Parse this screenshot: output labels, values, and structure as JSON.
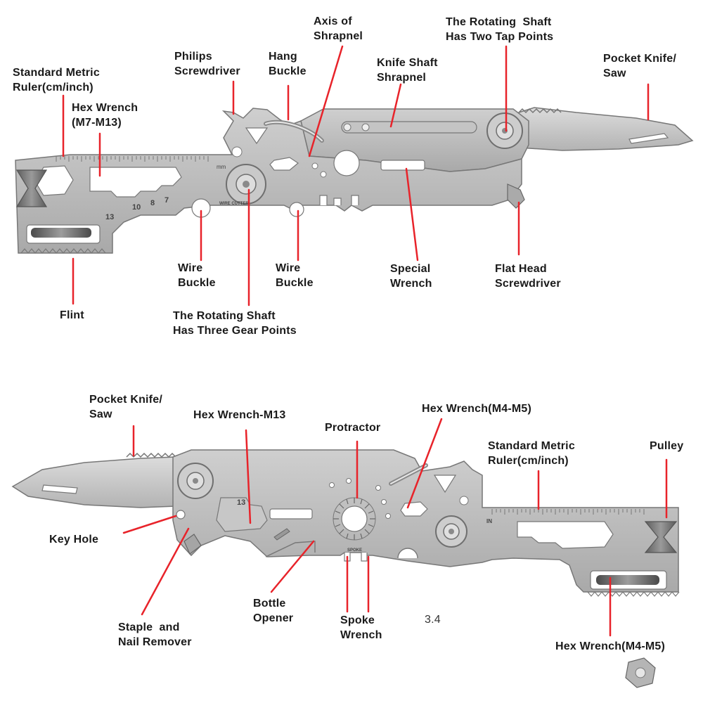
{
  "colors": {
    "steel": "#b9b9b9",
    "steel_dark": "#8e8e8e",
    "steel_light": "#d6d6d6",
    "outline": "#6f6f6f",
    "leader": "#e8232a",
    "text": "#1a1a1a"
  },
  "top_tool": {
    "labels": {
      "ruler": "Standard Metric\nRuler(cm/inch)",
      "hex_wrench": "Hex Wrench\n(M7-M13)",
      "philips": "Philips\nScrewdriver",
      "hang_buckle": "Hang\nBuckle",
      "axis_shrapnel": "Axis of\nShrapnel",
      "knife_shaft_shrapnel": "Knife Shaft\nShrapnel",
      "rotating_two": "The Rotating  Shaft\nHas Two Tap Points",
      "pocket_knife": "Pocket Knife/\nSaw",
      "wire_buckle_1": "Wire\nBuckle",
      "wire_buckle_2": "Wire\nBuckle",
      "special_wrench": "Special\nWrench",
      "flat_head": "Flat Head\nScrewdriver",
      "flint": "Flint",
      "rotating_three": "The Rotating Shaft\nHas Three Gear Points"
    },
    "engraving": {
      "unit": "mm",
      "sizes": [
        "13",
        "10",
        "8",
        "7"
      ],
      "wire_cutter": "WIRE CUTTER"
    }
  },
  "bottom_tool": {
    "labels": {
      "pocket_knife": "Pocket Knife/\nSaw",
      "hex_m13": "Hex Wrench-M13",
      "protractor": "Protractor",
      "hex_m4m5_top": "Hex Wrench(M4-M5)",
      "ruler": "Standard Metric\nRuler(cm/inch)",
      "pulley": "Pulley",
      "key_hole": "Key Hole",
      "bottle_opener": "Bottle\nOpener",
      "staple_nail": "Staple  and\nNail Remover",
      "spoke_wrench": "Spoke\nWrench",
      "hex_m4m5_bottom": "Hex Wrench(M4-M5)"
    },
    "engraving": {
      "size": "13",
      "unit": "IN",
      "spoke": "SPOKE"
    },
    "stray_text": "3.4"
  }
}
